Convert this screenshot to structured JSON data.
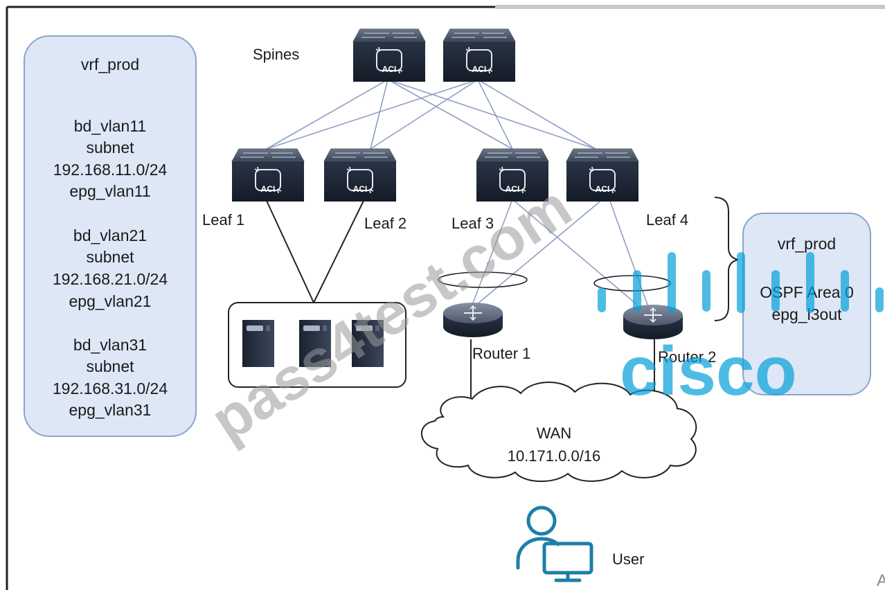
{
  "left_panel": {
    "vrf": "vrf_prod",
    "groups": [
      {
        "bd": "bd_vlan11",
        "subnet_label": "subnet",
        "subnet": "192.168.11.0/24",
        "epg": "epg_vlan11"
      },
      {
        "bd": "bd_vlan21",
        "subnet_label": "subnet",
        "subnet": "192.168.21.0/24",
        "epg": "epg_vlan21"
      },
      {
        "bd": "bd_vlan31",
        "subnet_label": "subnet",
        "subnet": "192.168.31.0/24",
        "epg": "epg_vlan31"
      }
    ]
  },
  "right_panel": {
    "vrf": "vrf_prod",
    "area": "OSPF Area 0",
    "epg": "epg_l3out"
  },
  "switch_badge": "ACI",
  "labels": {
    "spines": "Spines",
    "leaf1": "Leaf 1",
    "leaf2": "Leaf 2",
    "leaf3": "Leaf 3",
    "leaf4": "Leaf 4",
    "router1": "Router 1",
    "router2": "Router 2",
    "wan_name": "WAN",
    "wan_subnet": "10.171.0.0/16",
    "user": "User",
    "corner": "A"
  },
  "watermarks": {
    "site": "pass4test.com",
    "brand": "cisco"
  },
  "colors": {
    "panel_fill": "#dde7f5",
    "panel_stroke": "#8ca4c8",
    "switch_dark": "#1e2838",
    "link_blue": "#8e9fc4",
    "icon_teal": "#1d7fa8",
    "cisco_blue": "#049fd9"
  }
}
